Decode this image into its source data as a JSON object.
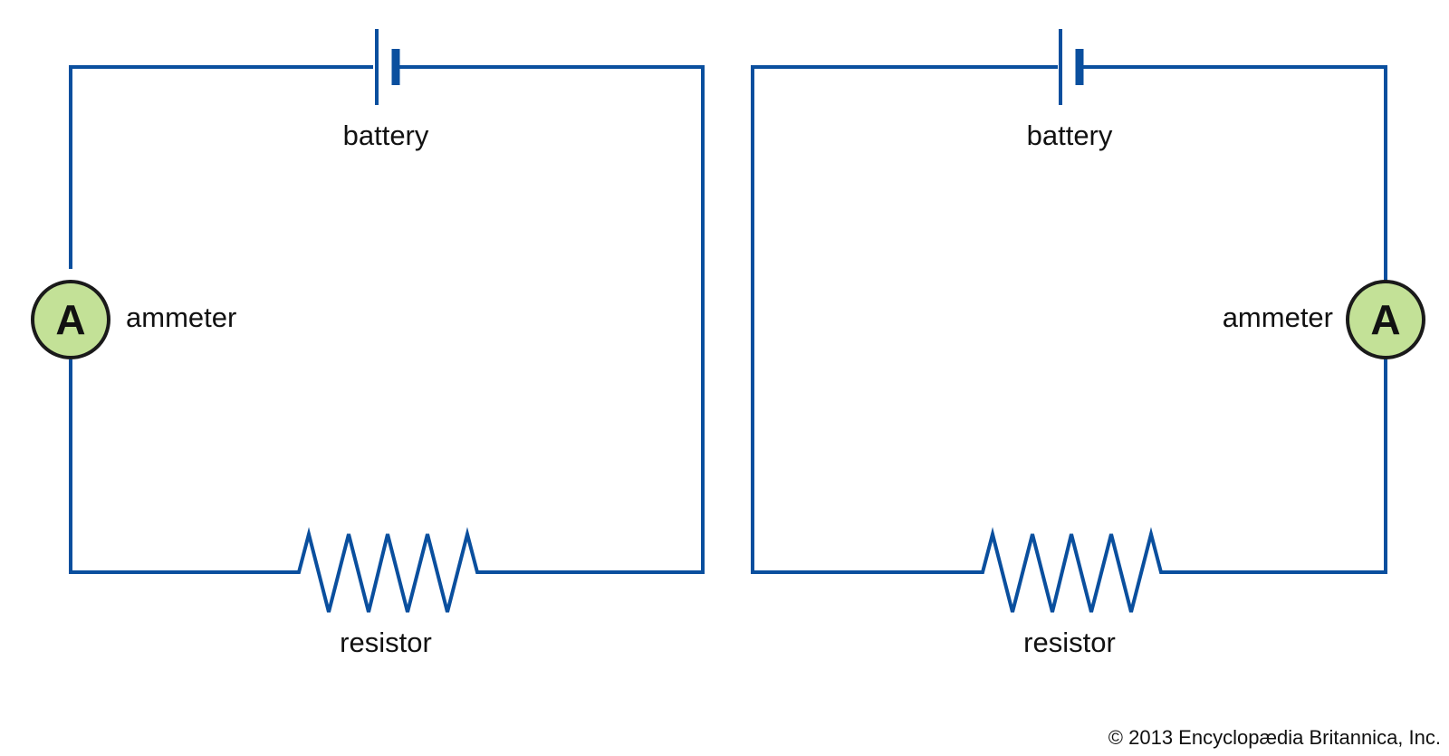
{
  "colors": {
    "wire": "#0a4f9e",
    "ammeter_fill": "#c3e197",
    "ammeter_stroke": "#1a1a1a",
    "text": "#111111",
    "background": "#ffffff"
  },
  "circuits": [
    {
      "battery_label": "battery",
      "resistor_label": "resistor",
      "ammeter_label": "ammeter",
      "ammeter_symbol": "A",
      "ammeter_side": "left"
    },
    {
      "battery_label": "battery",
      "resistor_label": "resistor",
      "ammeter_label": "ammeter",
      "ammeter_symbol": "A",
      "ammeter_side": "right"
    }
  ],
  "credit": "© 2013 Encyclopædia Britannica, Inc."
}
